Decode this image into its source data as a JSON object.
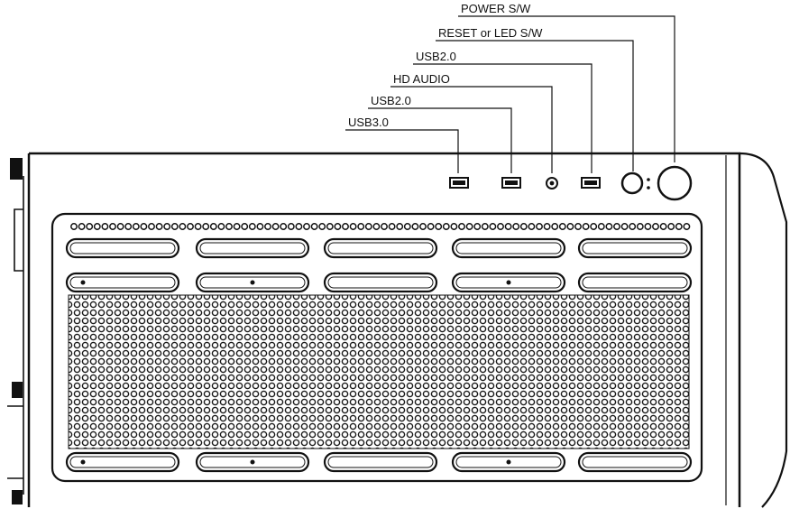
{
  "labels": {
    "power": "POWER S/W",
    "reset": "RESET or LED S/W",
    "usb2_right": "USB2.0",
    "audio": "HD AUDIO",
    "usb2_left": "USB2.0",
    "usb3": "USB3.0"
  },
  "colors": {
    "line": "#111111",
    "background": "#ffffff",
    "mesh": "#1a1a1a"
  },
  "icons": {
    "usb3_port": "usb-port-icon",
    "usb2_port_left": "usb-port-icon",
    "audio_jack": "audio-jack-icon",
    "usb2_port_right": "usb-port-icon",
    "reset_button": "reset-button-icon",
    "power_button": "power-button-icon"
  }
}
